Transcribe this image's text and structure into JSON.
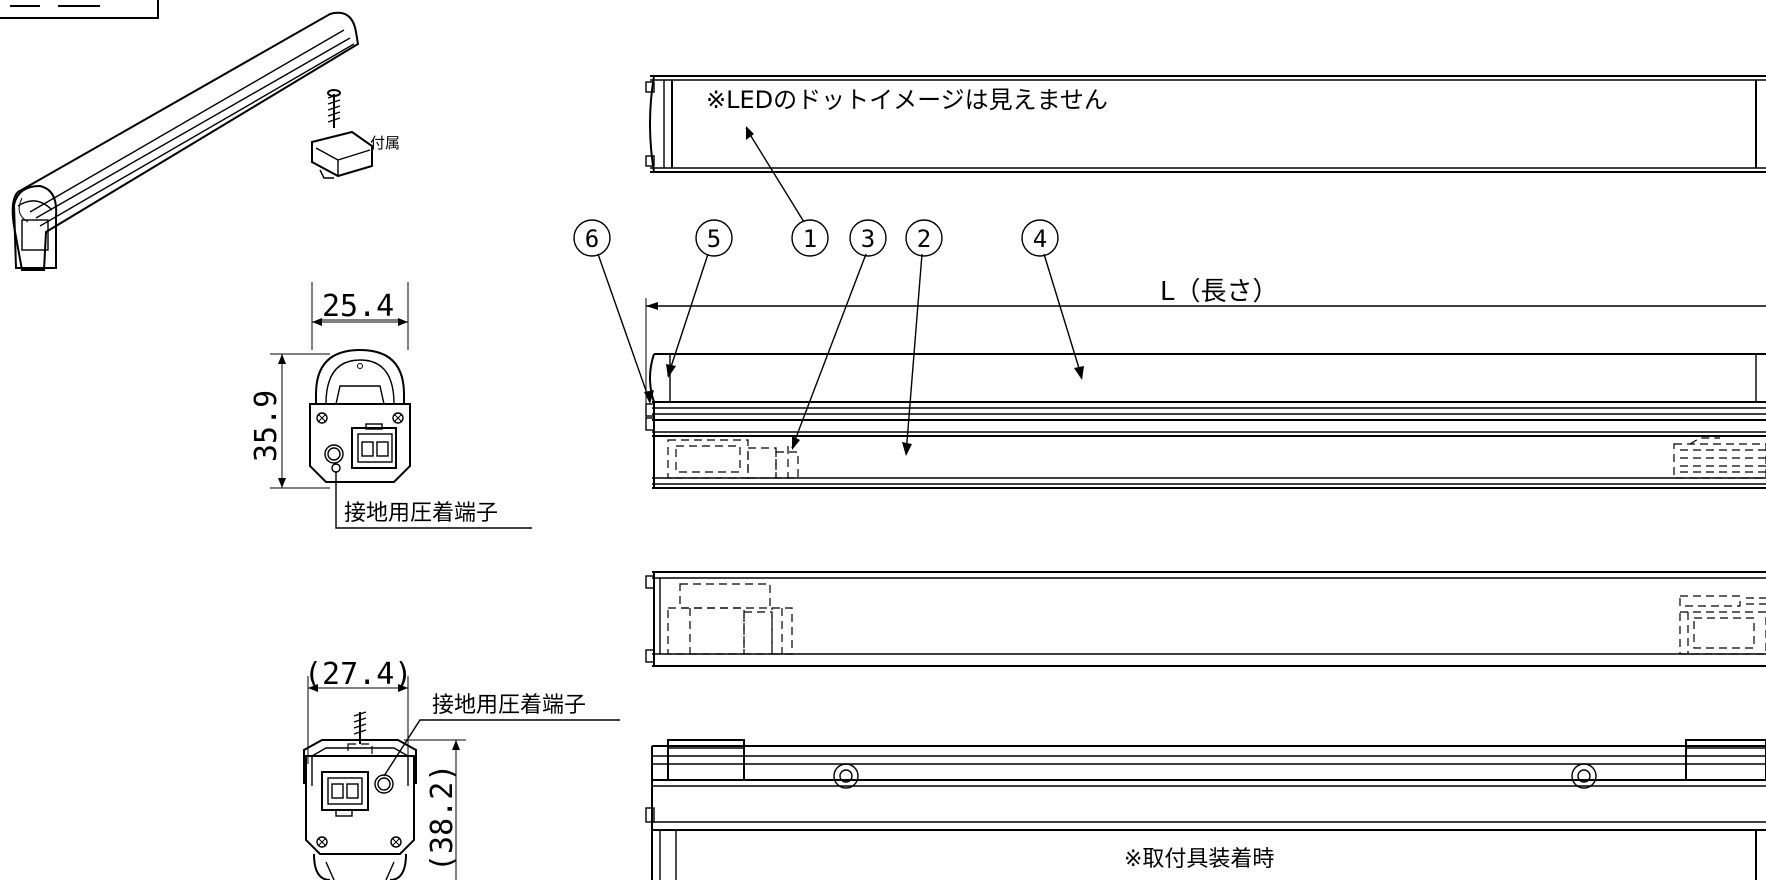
{
  "labels": {
    "accessory": "付属",
    "ground_terminal_top": "接地用圧着端子",
    "ground_terminal_bottom": "接地用圧着端子",
    "led_note": "※LEDのドットイメージは見えません",
    "length": "L（長さ）",
    "mounted_note": "※取付具装着時"
  },
  "dimensions": {
    "width_top": "25.4",
    "height_top": "35.9",
    "width_bottom": "(27.4)",
    "height_bottom": "(38.2)"
  },
  "callouts": {
    "n1": "①",
    "n2": "②",
    "n3": "③",
    "n4": "④",
    "n5": "⑤",
    "n6": "⑥"
  }
}
